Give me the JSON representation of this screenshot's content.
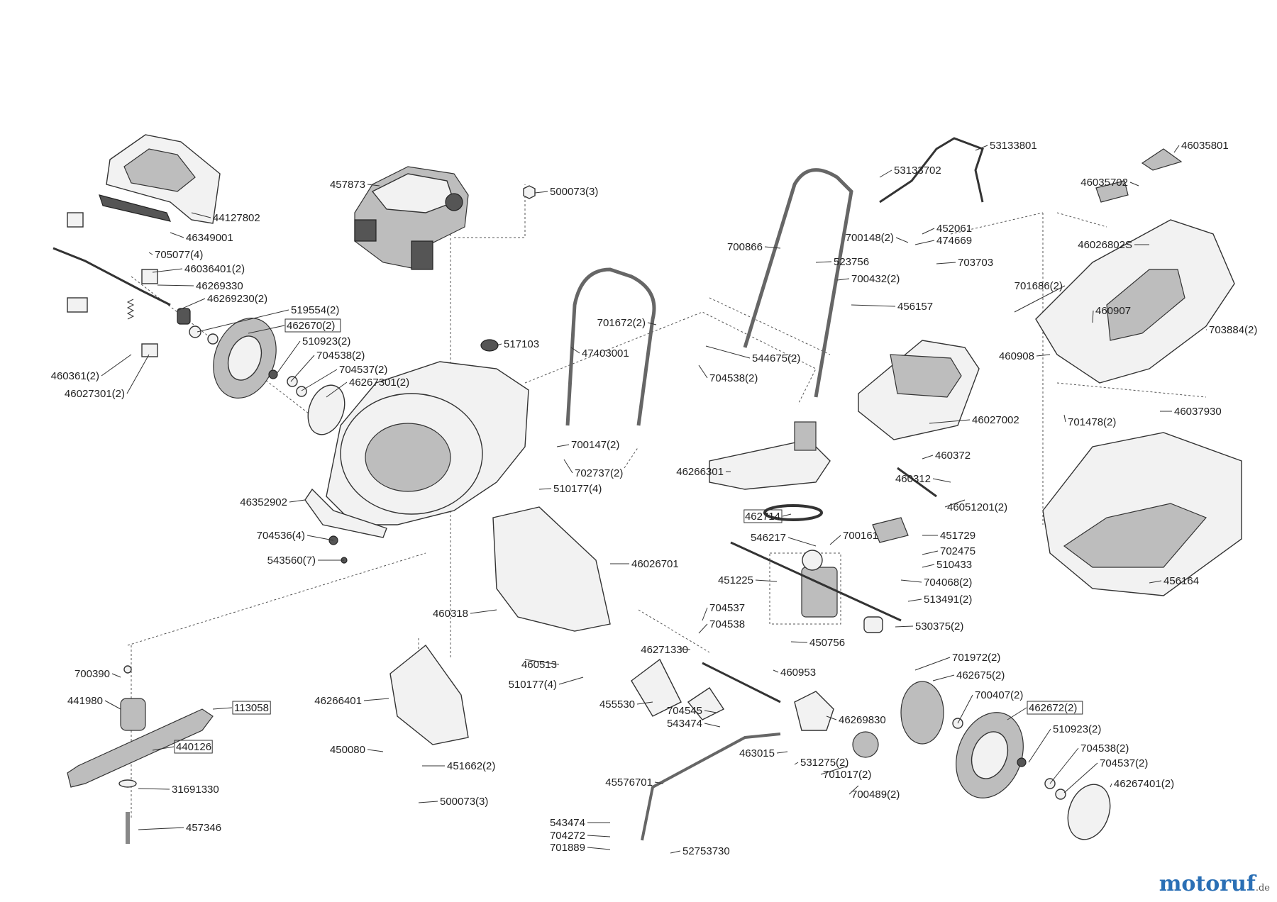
{
  "brand": {
    "name": "motoruf",
    "tld": ".de",
    "color_primary": "#2a6fb5",
    "color_accent": "#e28a16"
  },
  "parts": [
    "44127802",
    "46349001",
    "705077(4)",
    "46036401(2)",
    "46269330",
    "46269230(2)",
    "519554(2)",
    "462670(2)",
    "510923(2)",
    "704538(2)",
    "704537(2)",
    "46267301(2)",
    "460361(2)",
    "46027301(2)",
    "457873",
    "500073(3)",
    "517103",
    "47403001",
    "701672(2)",
    "544675(2)",
    "704538(2)",
    "700147(2)",
    "702737(2)",
    "510177(4)",
    "46352902",
    "704536(4)",
    "543560(7)",
    "46266301",
    "46026701",
    "460318",
    "460513",
    "510177(4)",
    "46271330",
    "704537",
    "704538",
    "455530",
    "46266401",
    "450080",
    "451662(2)",
    "500073(3)",
    "700390",
    "441980",
    "113058",
    "440126",
    "31691330",
    "457346",
    "53133801",
    "53133702",
    "700866",
    "700148(2)",
    "452061",
    "474669",
    "523756",
    "703703",
    "700432(2)",
    "456157",
    "46027002",
    "460372",
    "460312",
    "46051201(2)",
    "462714",
    "546217",
    "700161",
    "451729",
    "702475",
    "510433",
    "451225",
    "704068(2)",
    "513491(2)",
    "530375(2)",
    "450756",
    "460953",
    "701972(2)",
    "462675(2)",
    "700407(2)",
    "462672(2)",
    "510923(2)",
    "704538(2)",
    "704537(2)",
    "46267401(2)",
    "704545",
    "543474",
    "46269830",
    "463015",
    "531275(2)",
    "701017(2)",
    "700489(2)",
    "45576701",
    "543474",
    "704272",
    "701889",
    "52753730",
    "46035801",
    "46035702",
    "46026802S",
    "701686(2)",
    "460907",
    "703884(2)",
    "460908",
    "701478(2)",
    "46037930",
    "456164"
  ]
}
